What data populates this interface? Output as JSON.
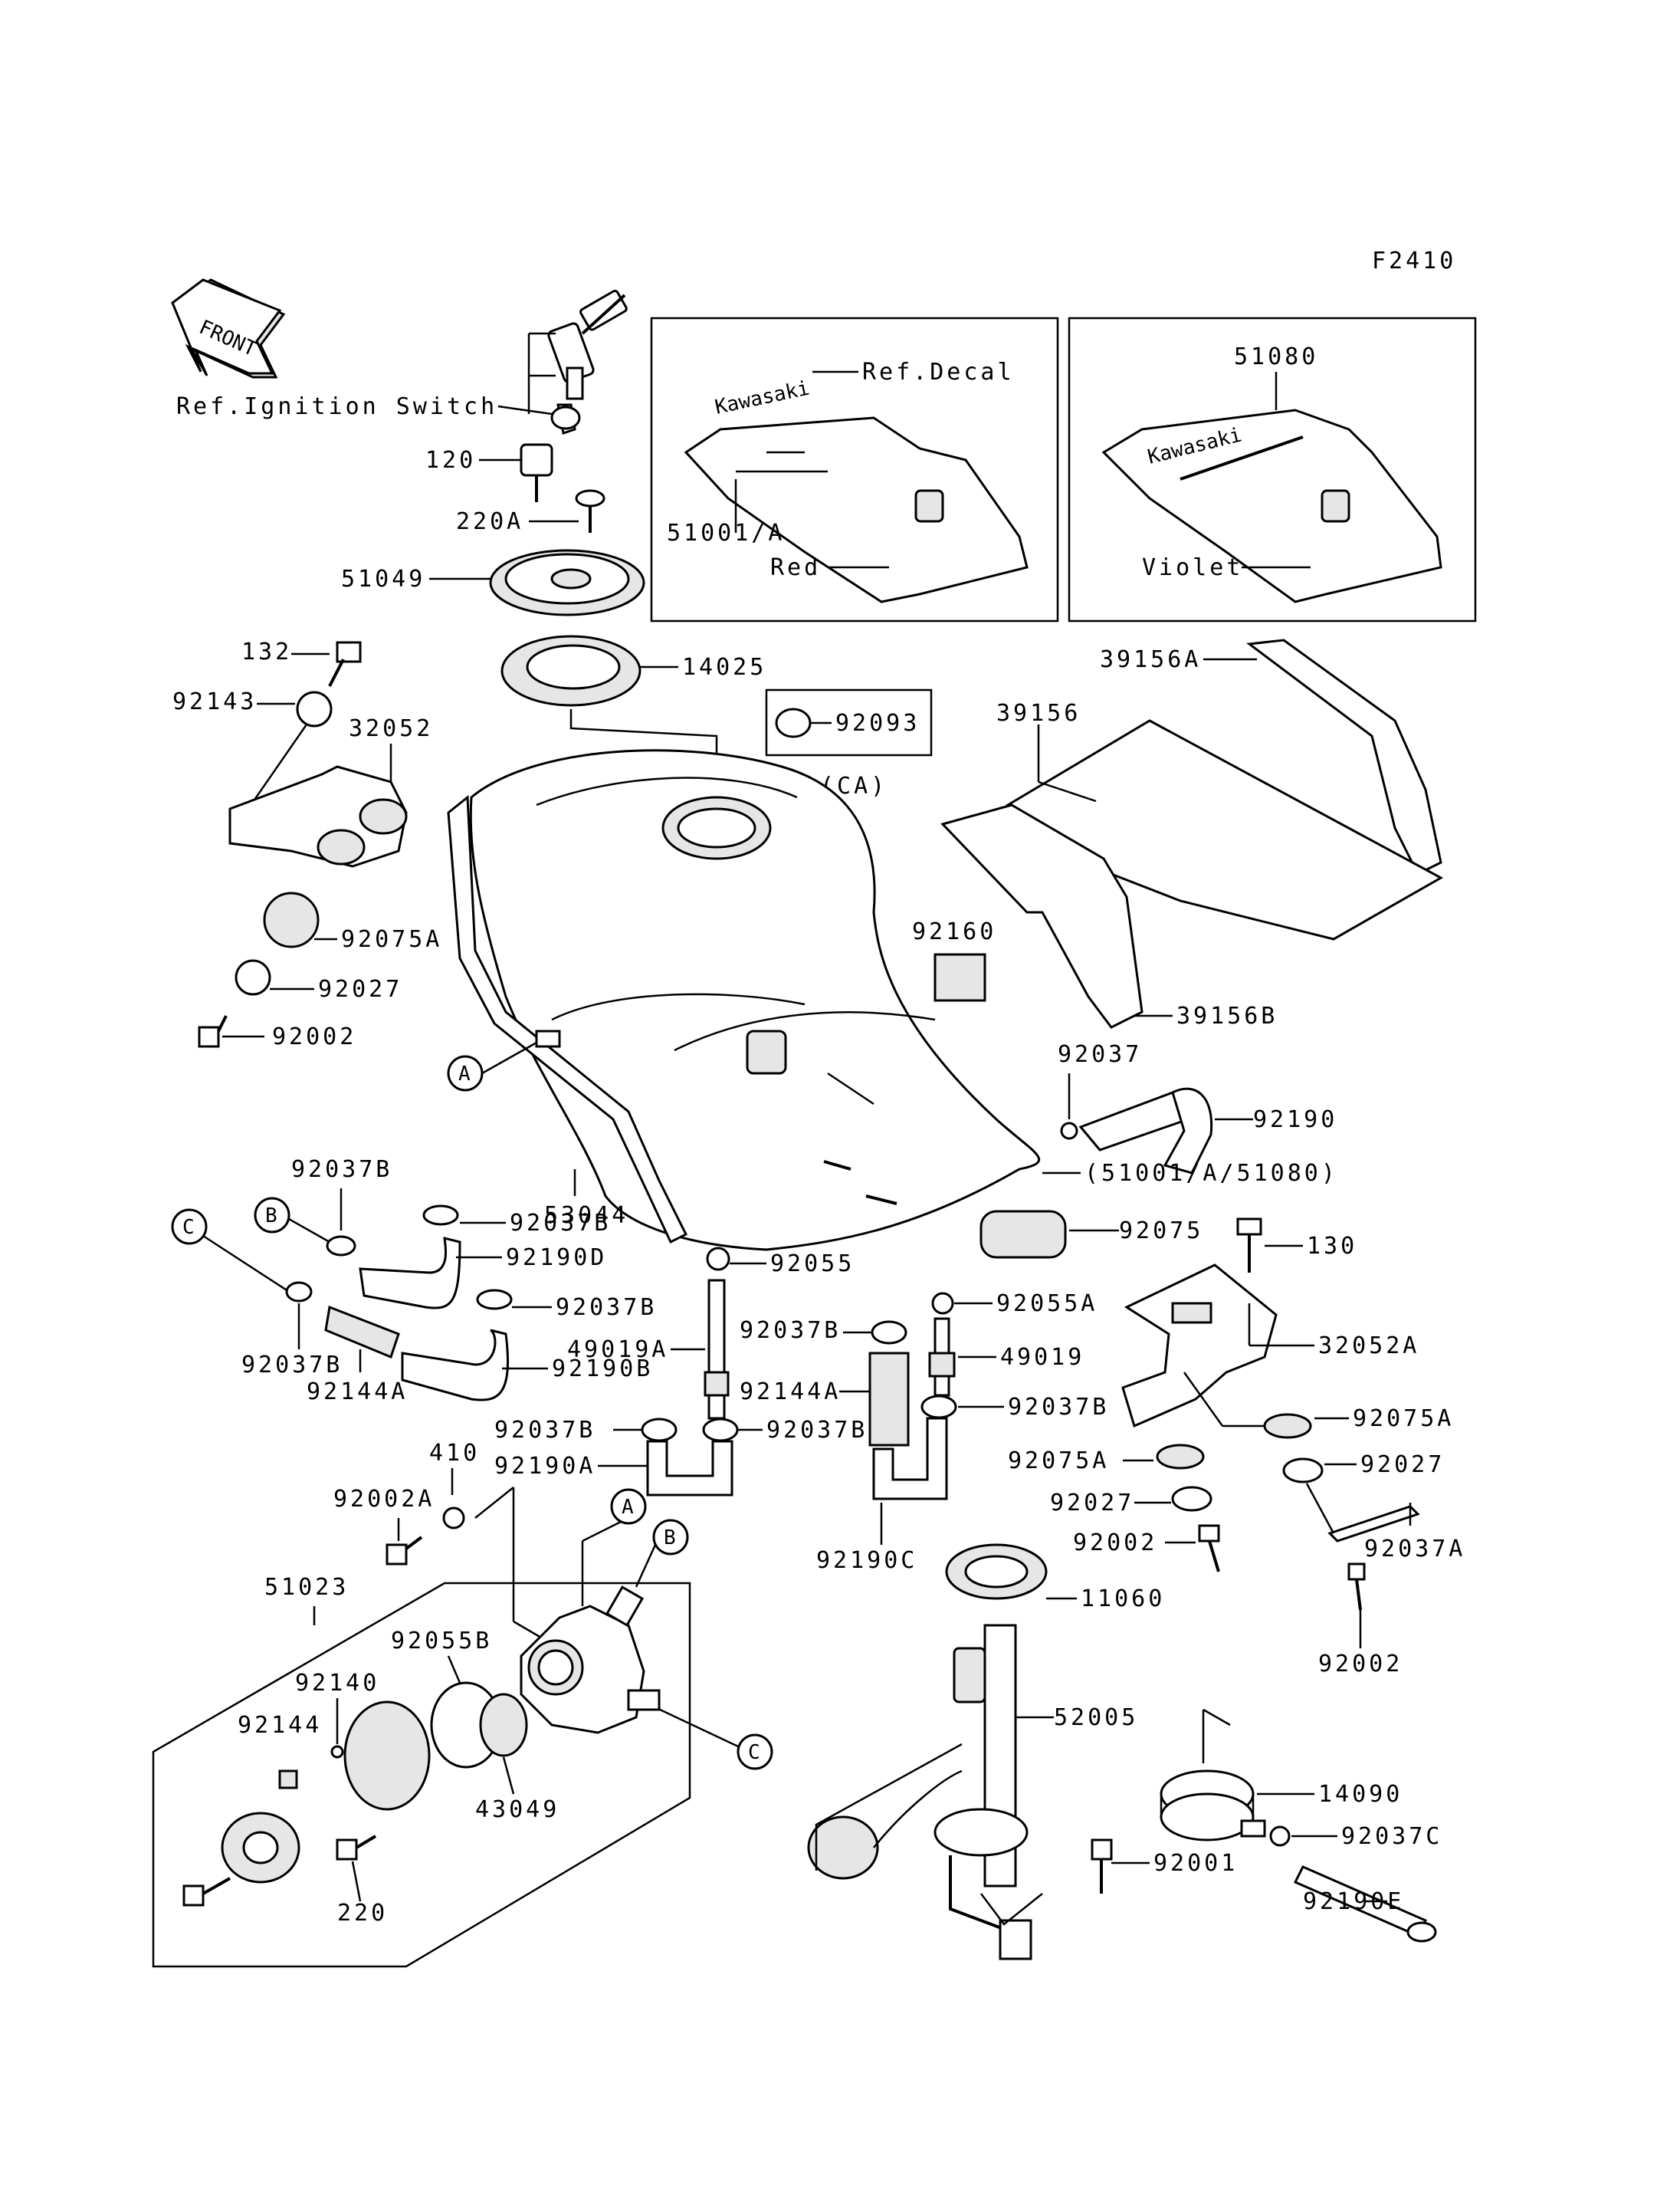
{
  "diagram": {
    "figure_code": "F2410",
    "front_label": "FRONT",
    "ref_ignition": "Ref.Ignition Switch",
    "ref_decal": "Ref.Decal",
    "decal_brand": "Kawasaki",
    "color_red": "Red",
    "color_violet": "Violet",
    "ca_note": "(CA)",
    "tank_ref": "(51001/A/51080)",
    "circles": {
      "a": "A",
      "b": "B",
      "c": "C"
    },
    "parts": {
      "p120": "120",
      "p220A": "220A",
      "p51049": "51049",
      "p132": "132",
      "p92143": "92143",
      "p32052": "32052",
      "p14025": "14025",
      "p92093": "92093",
      "p39156A": "39156A",
      "p39156": "39156",
      "p51080": "51080",
      "p51001A": "51001/A",
      "p92075A_l": "92075A",
      "p92027_l": "92027",
      "p92002_l": "92002",
      "p92160": "92160",
      "p39156B": "39156B",
      "p92037": "92037",
      "p92190": "92190",
      "p53044": "53044",
      "p92037B_1": "92037B",
      "p92037B_2": "92037B",
      "p92190D": "92190D",
      "p92037B_3": "92037B",
      "p92037B_4": "92037B",
      "p92144A_l": "92144A",
      "p92190B": "92190B",
      "p92055": "92055",
      "p49019A": "49019A",
      "p92037B_5": "92037B",
      "p92144A_c": "92144A",
      "p92037B_6": "92037B",
      "p92037B_7": "92037B",
      "p92190A": "92190A",
      "p92055A": "92055A",
      "p49019": "49019",
      "p92037B_8": "92037B",
      "p92190C": "92190C",
      "p92075": "92075",
      "p130": "130",
      "p32052A": "32052A",
      "p92075A_r1": "92075A",
      "p92075A_r2": "92075A",
      "p92027_r1": "92027",
      "p92027_r2": "92027",
      "p92002_r1": "92002",
      "p92037A": "92037A",
      "p92002_r2": "92002",
      "p410": "410",
      "p92002A": "92002A",
      "p51023": "51023",
      "p92055B": "92055B",
      "p92140": "92140",
      "p92144": "92144",
      "p43049": "43049",
      "p220": "220",
      "p11060": "11060",
      "p52005": "52005",
      "p14090": "14090",
      "p92037C": "92037C",
      "p92001": "92001",
      "p92190E": "92190E"
    }
  }
}
